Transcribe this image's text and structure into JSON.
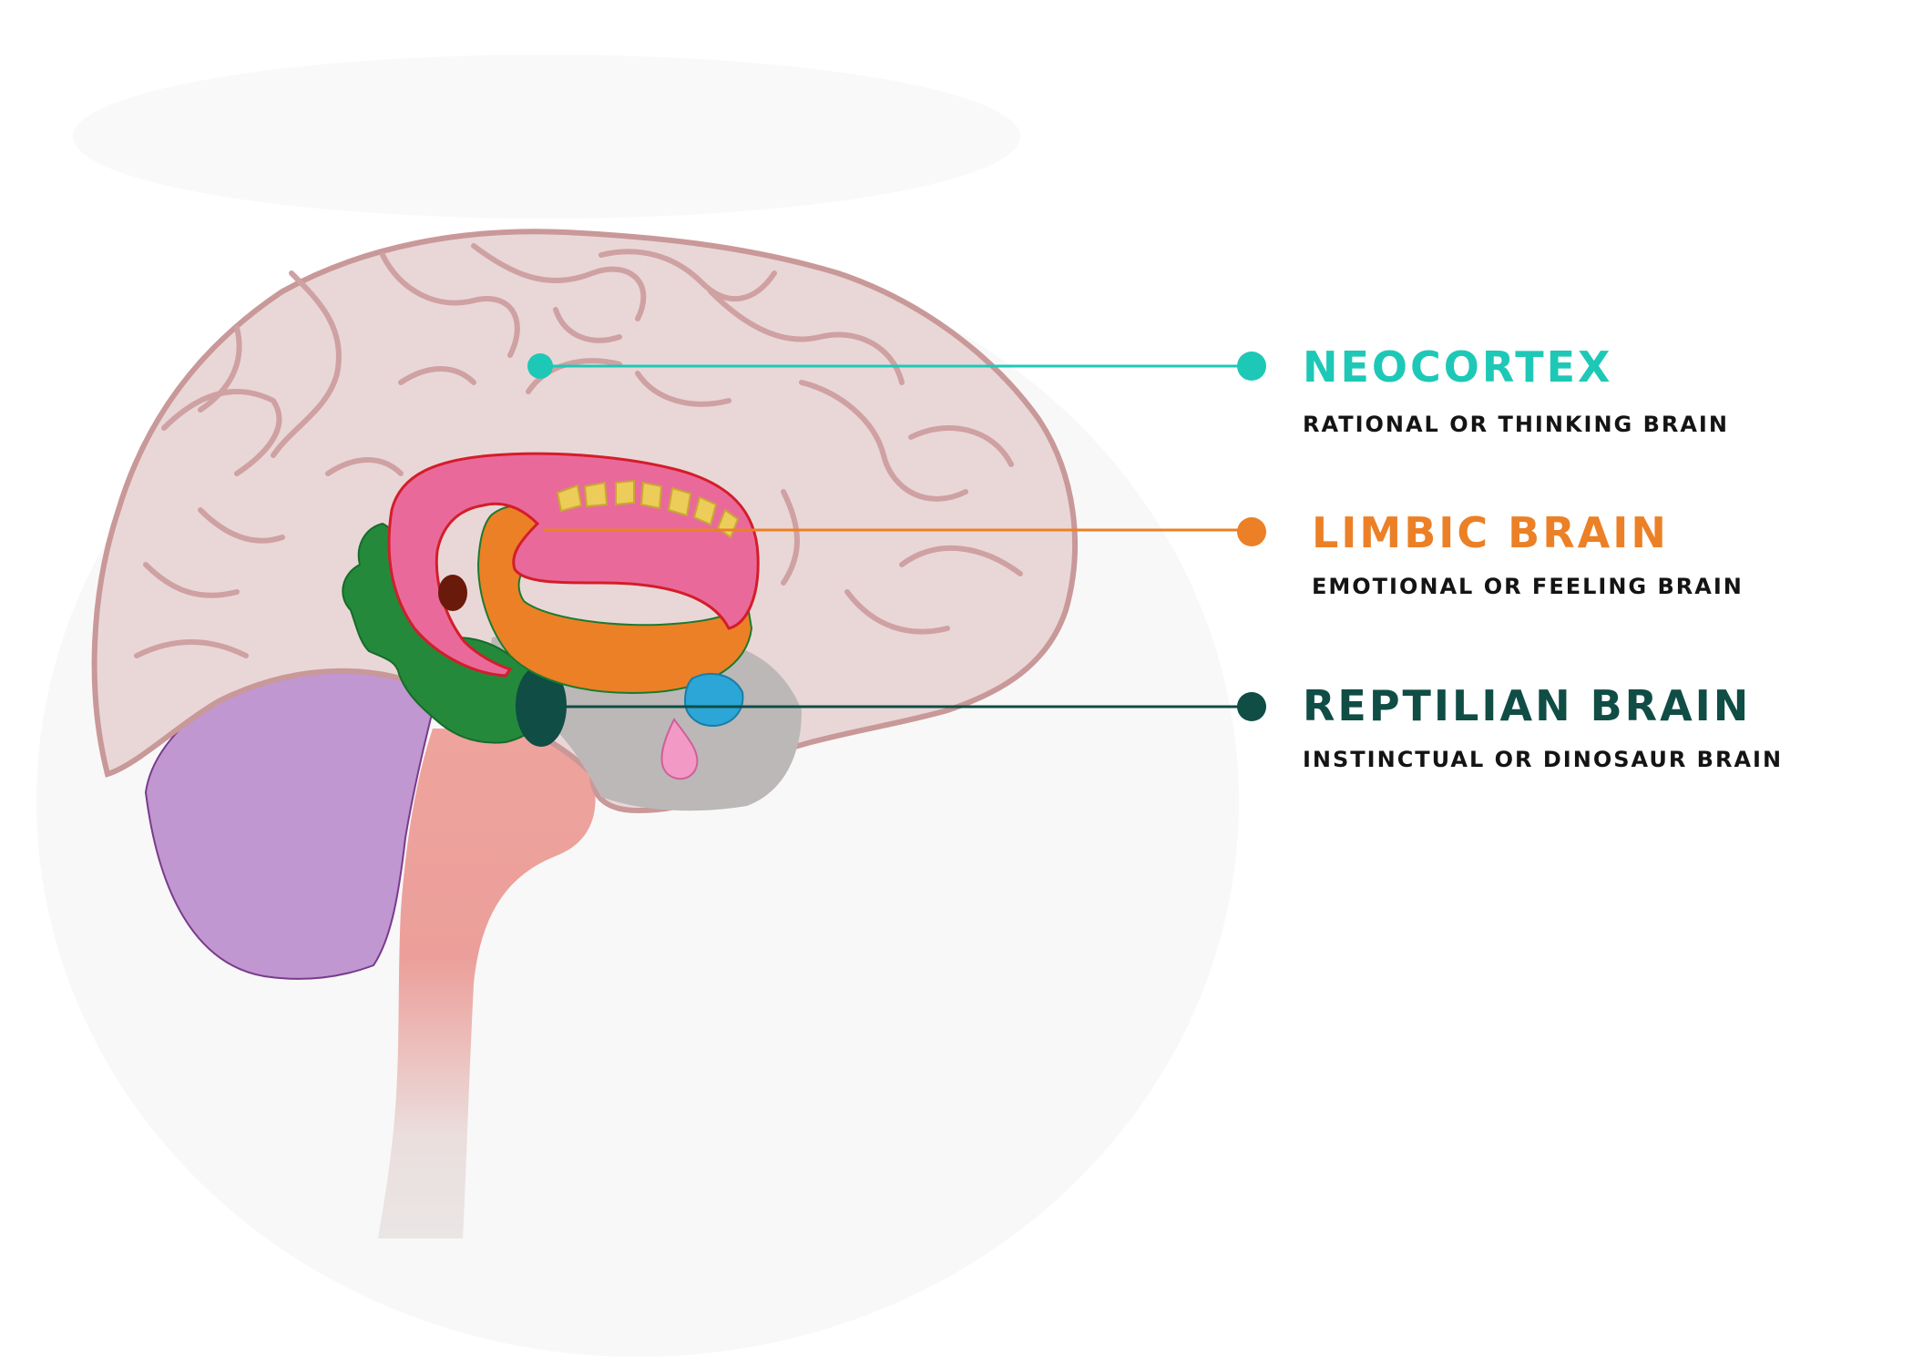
{
  "colors": {
    "neocortex": "#1ec8b6",
    "limbic": "#ec8026",
    "reptilian": "#0f4d45",
    "subtitle_text": "#141414"
  },
  "labels": [
    {
      "id": "neocortex",
      "title": "NEOCORTEX",
      "subtitle": "RATIONAL OR THINKING BRAIN",
      "color": "#1ec8b6"
    },
    {
      "id": "limbic",
      "title": "LIMBIC BRAIN",
      "subtitle": "EMOTIONAL OR FEELING BRAIN",
      "color": "#ec8026"
    },
    {
      "id": "reptilian",
      "title": "REPTILIAN BRAIN",
      "subtitle": "INSTINCTUAL OR DINOSAUR BRAIN",
      "color": "#0f4d45"
    }
  ]
}
